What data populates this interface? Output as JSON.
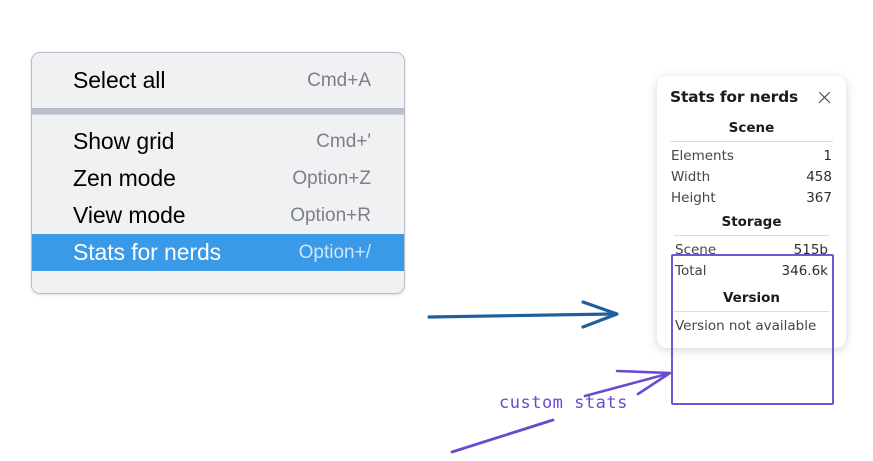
{
  "context_menu": {
    "sections": [
      {
        "items": [
          {
            "label": "Select all",
            "shortcut": "Cmd+A",
            "selected": false
          }
        ]
      },
      {
        "items": [
          {
            "label": "Show grid",
            "shortcut": "Cmd+'",
            "selected": false
          },
          {
            "label": "Zen mode",
            "shortcut": "Option+Z",
            "selected": false
          },
          {
            "label": "View mode",
            "shortcut": "Option+R",
            "selected": false
          },
          {
            "label": "Stats for nerds",
            "shortcut": "Option+/",
            "selected": true
          }
        ]
      }
    ]
  },
  "stats_panel": {
    "title": "Stats for nerds",
    "close_icon": "close-icon",
    "sections": [
      {
        "heading": "Scene",
        "rows": [
          {
            "label": "Elements",
            "value": "1"
          },
          {
            "label": "Width",
            "value": "458"
          },
          {
            "label": "Height",
            "value": "367"
          }
        ]
      },
      {
        "heading": "Storage",
        "rows": [
          {
            "label": "Scene",
            "value": "515b"
          },
          {
            "label": "Total",
            "value": "346.6k"
          }
        ]
      },
      {
        "heading": "Version",
        "note": "Version not available"
      }
    ]
  },
  "annotations": {
    "custom_stats_label": "custom stats",
    "blue_arrow": "arrow-right-icon",
    "purple_arrow": "arrow-up-right-icon",
    "underline_stroke": "underline-stroke"
  },
  "colors": {
    "menu_background": "#f0f1f3",
    "menu_highlight": "#3b9ae8",
    "menu_highlight_text": "#ffffff",
    "shortcut_text": "#7c7f85",
    "panel_background": "#ffffff",
    "annotation_purple": "#6b4ad0",
    "highlight_box_purple": "#7453d6",
    "blue_arrow": "#1f5f9e"
  }
}
